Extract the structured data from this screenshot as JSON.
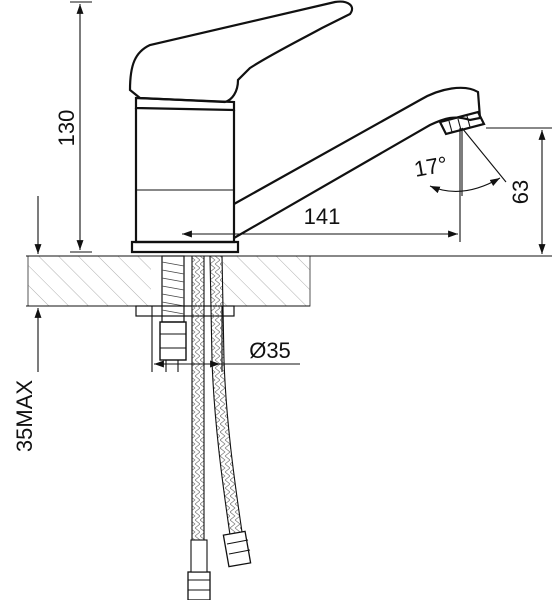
{
  "dimensions": {
    "height_total": "130",
    "spout_reach": "141",
    "spout_height": "63",
    "spout_angle": "17°",
    "hole_diameter": "Ø35",
    "deck_thickness": "35MAX"
  }
}
